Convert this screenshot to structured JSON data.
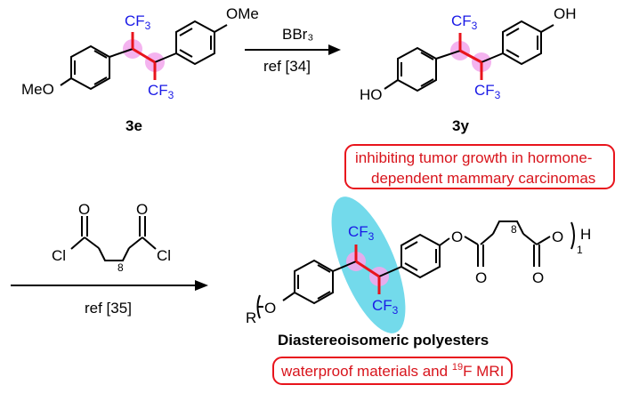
{
  "scheme": {
    "step1": {
      "reagent": "BBr₃",
      "reference": "ref [34]"
    },
    "step2": {
      "reference": "ref [35]",
      "reagent_labels": {
        "carbonyl_O_left": "O",
        "carbonyl_O_right": "O",
        "cl_left": "Cl",
        "cl_right": "Cl",
        "chain_repeat": "8"
      }
    },
    "compounds": {
      "3e": {
        "label": "3e",
        "top_substituent": "OMe",
        "bottom_substituent": "MeO",
        "cf3_top": "CF",
        "cf3_bottom": "CF",
        "cf3_subscript": "3"
      },
      "3y": {
        "label": "3y",
        "top_substituent": "OH",
        "bottom_substituent": "HO",
        "cf3_top": "CF",
        "cf3_bottom": "CF",
        "cf3_subscript": "3"
      },
      "polyester": {
        "label": "Diastereoisomeric polyesters",
        "end_group_left": "R",
        "ether_O": "O",
        "cf3_top": "CF",
        "cf3_bottom": "CF",
        "cf3_subscript": "3",
        "ester_O1": "O",
        "ester_O2": "O",
        "carbonyl_O1": "O",
        "carbonyl_O2": "O",
        "chain_repeat": "8",
        "repeat_index": "1",
        "end_group_right": "H"
      }
    },
    "annotations": {
      "application_1_line1": "inhibiting tumor growth in hormone-",
      "application_1_line2": "dependent mammary carcinomas",
      "application_2_prefix": "waterproof materials and ",
      "application_2_superscript": "19",
      "application_2_suffix": "F MRI"
    },
    "colors": {
      "bond": "#000000",
      "stereo_bond": "#e8141c",
      "cf3_text": "#1a1ae6",
      "stereocenter_highlight": "#f2a6ec",
      "cyan_highlight": "#5ad3e8",
      "annotation_box": "#e8141c"
    }
  }
}
